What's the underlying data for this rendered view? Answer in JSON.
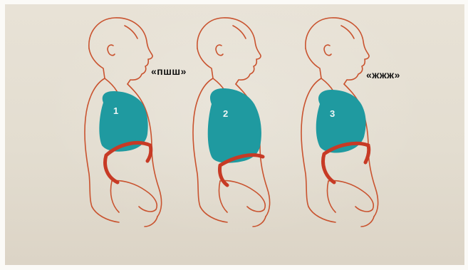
{
  "figures": [
    {
      "number": "1",
      "sound": "«пшш»"
    },
    {
      "number": "2",
      "sound": ""
    },
    {
      "number": "3",
      "sound": "«жжж»"
    }
  ],
  "colors": {
    "outline": "#c9532f",
    "lung": "#1f9aa0",
    "diaphragm": "#c73a25",
    "background": "#e6e0d4",
    "text": "#141414"
  }
}
